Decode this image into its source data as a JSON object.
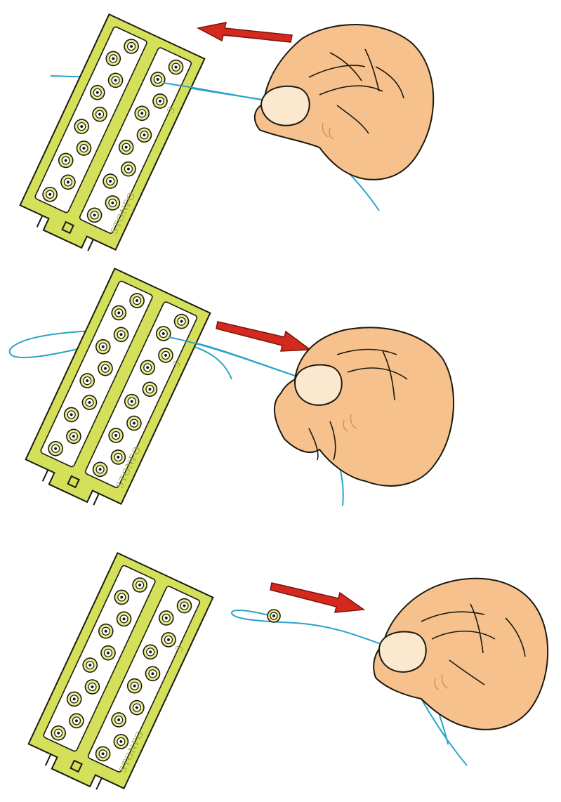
{
  "board": {
    "brand_label": "STONFO",
    "size_label": "3",
    "bead_rows": 10
  },
  "colors": {
    "board": "#d4df5a",
    "line": "#2aa3c8",
    "arrow": "#d42a1e",
    "skin": "#f7c18d"
  },
  "steps": [
    {
      "arrow_direction": "left",
      "icons": [
        "bead-board",
        "fishing-line",
        "hand"
      ]
    },
    {
      "arrow_direction": "right",
      "icons": [
        "bead-board",
        "fishing-line-loop",
        "hand"
      ]
    },
    {
      "arrow_direction": "right",
      "icons": [
        "bead-board",
        "bead-on-line",
        "hand"
      ]
    }
  ]
}
